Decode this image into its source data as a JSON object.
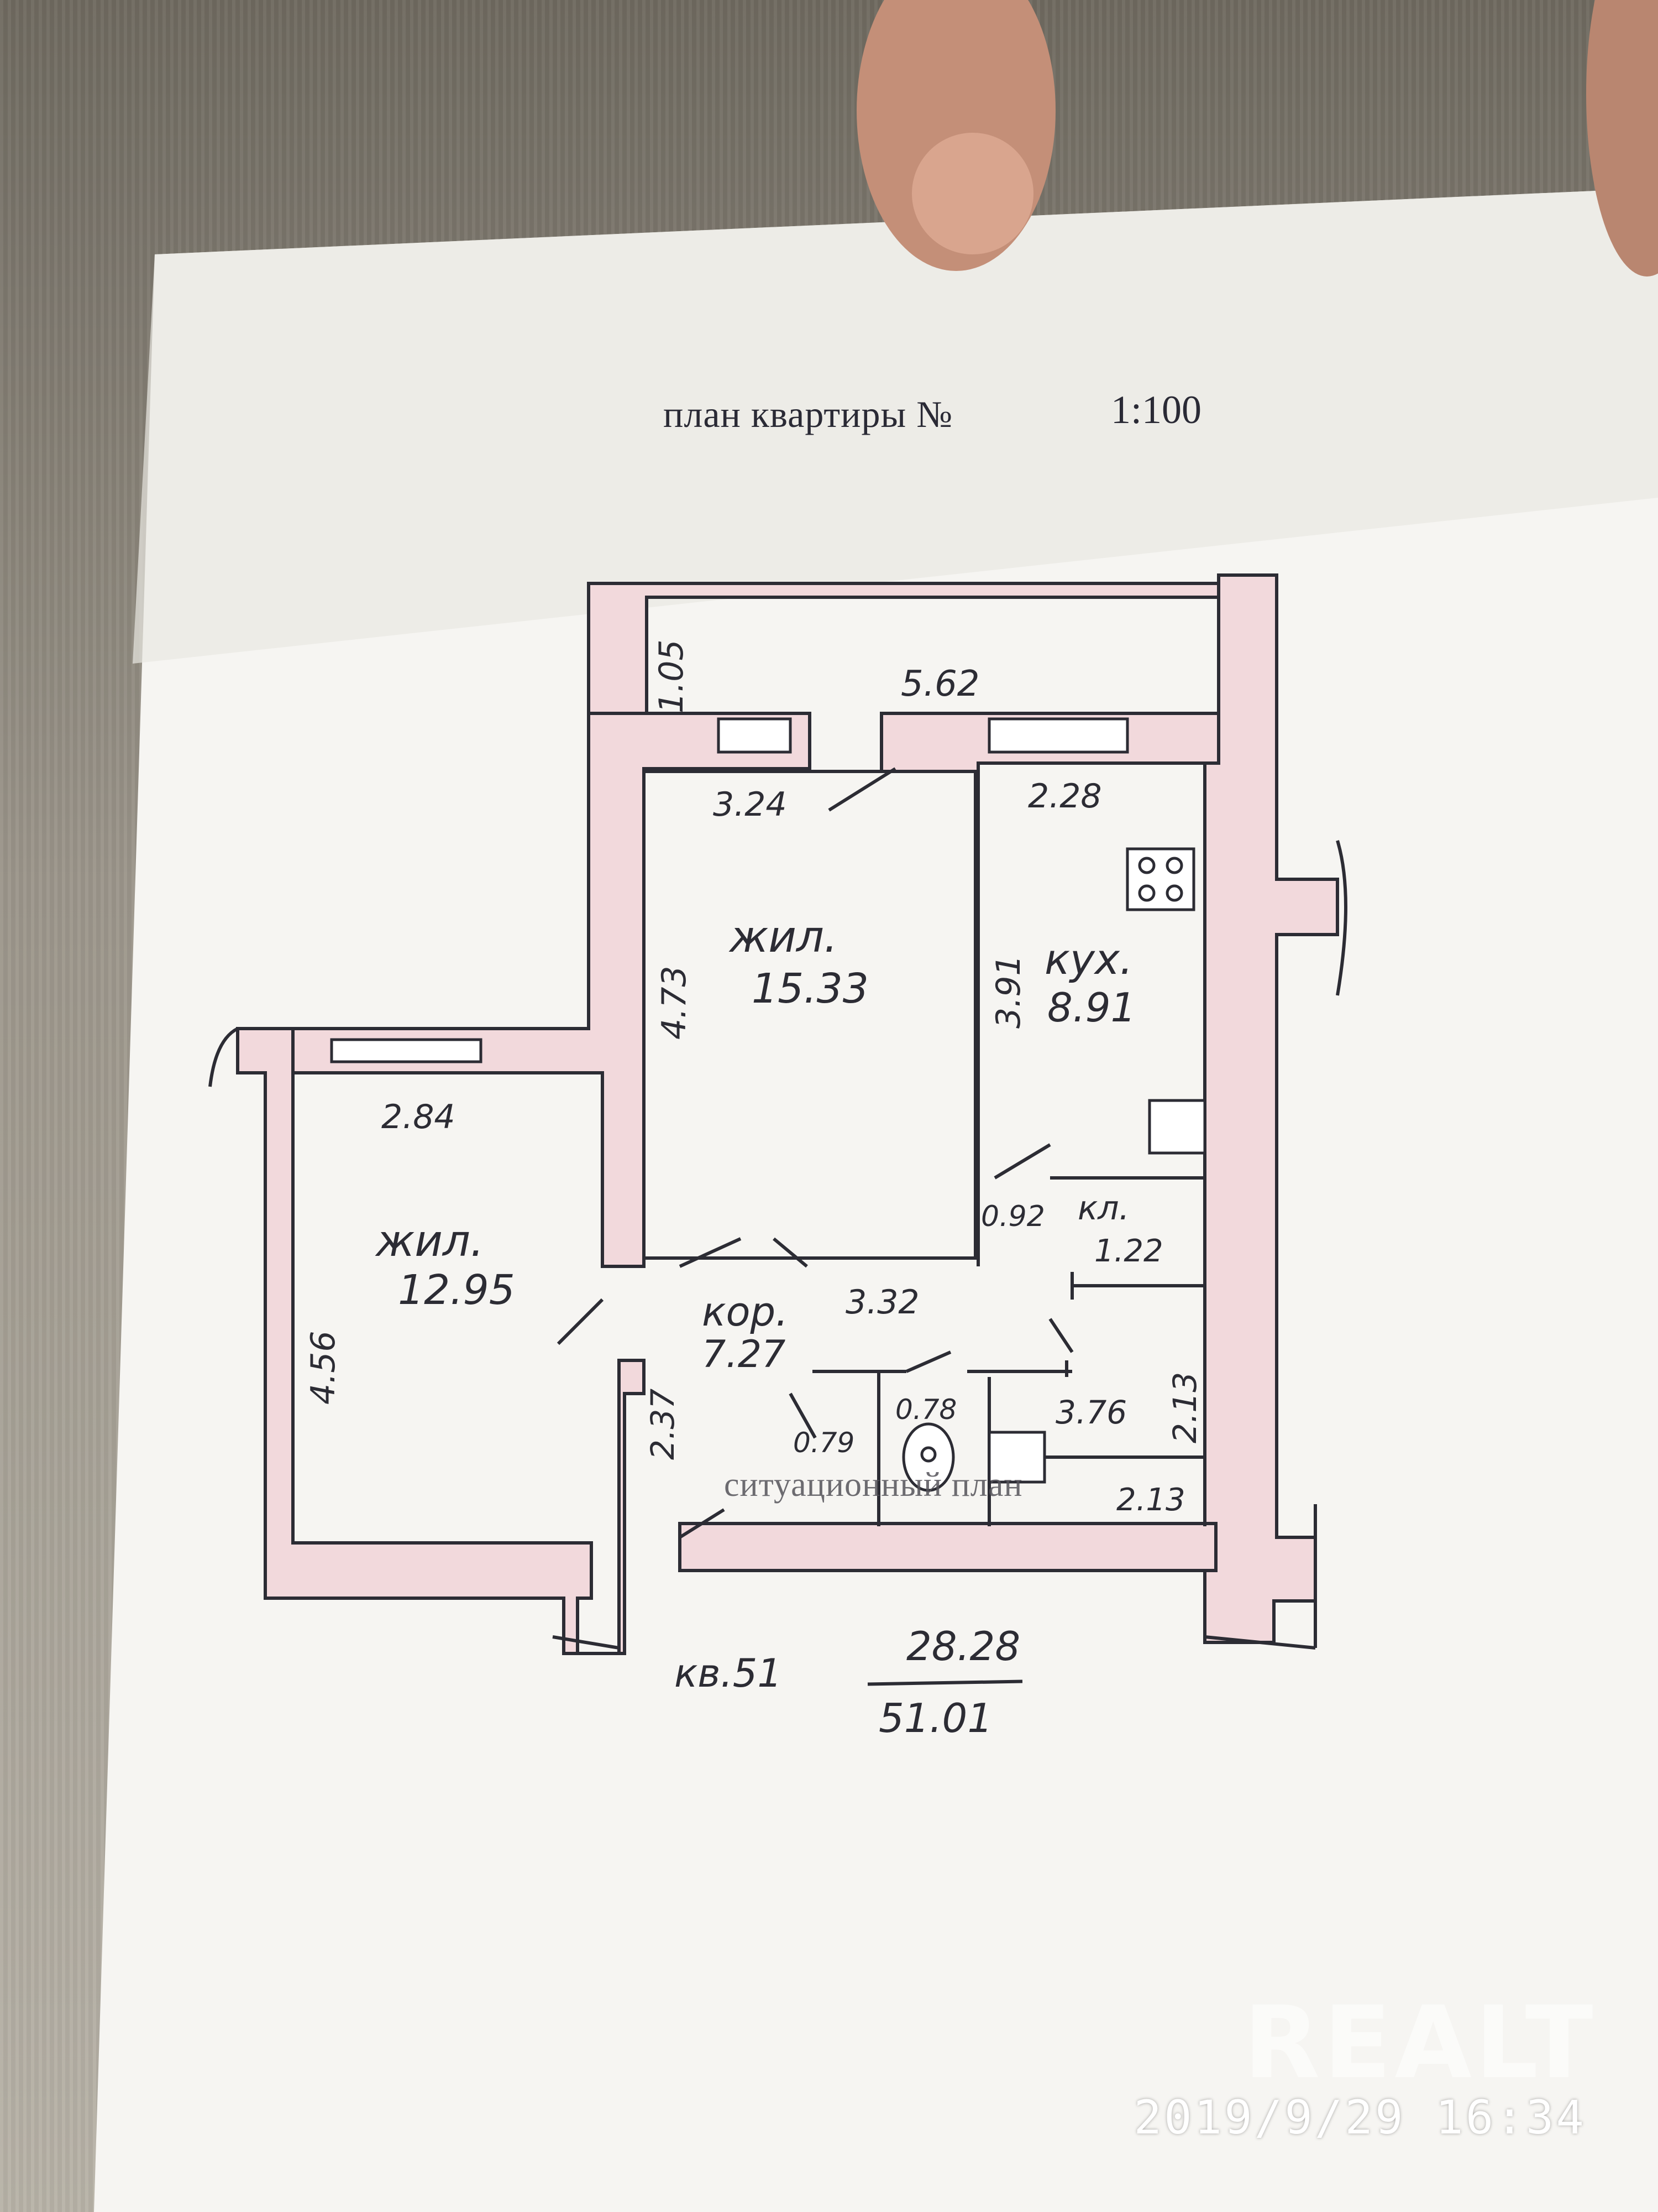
{
  "document": {
    "title": "план квартиры №",
    "scale": "1:100",
    "overlay_stamp": "ситуационный план"
  },
  "rooms": [
    {
      "label": "жил.",
      "area": "15.33"
    },
    {
      "label": "кух.",
      "area": "8.91"
    },
    {
      "label": "жил.",
      "area": "12.95"
    },
    {
      "label": "кор.",
      "area": "7.27"
    },
    {
      "label": "кл.",
      "area": "1.22"
    }
  ],
  "dimensions": {
    "balcony_depth": "1.05",
    "balcony_length": "5.62",
    "bedroom_width": "3.24",
    "kitchen_width": "2.28",
    "bedroom_length": "4.73",
    "kitchen_length": "3.91",
    "left_room_width": "2.84",
    "left_room_length": "4.56",
    "corridor_length": "3.32",
    "pantry_width": "0.92",
    "corridor_width": "2.37",
    "wc_width": "0.79",
    "bath_width": "0.78",
    "bath_length": "3.76",
    "right_height": "2.13",
    "bottom_width": "2.13"
  },
  "summary": {
    "apartment": "кв.51",
    "living_area": "28.28",
    "total_area": "51.01"
  },
  "photo": {
    "timestamp": "2019/9/29  16:34",
    "watermark": "REALT"
  },
  "colors": {
    "wall_fill": "#f2d9dc",
    "ink": "#2c2c34",
    "paper": "#f6f5f2"
  }
}
